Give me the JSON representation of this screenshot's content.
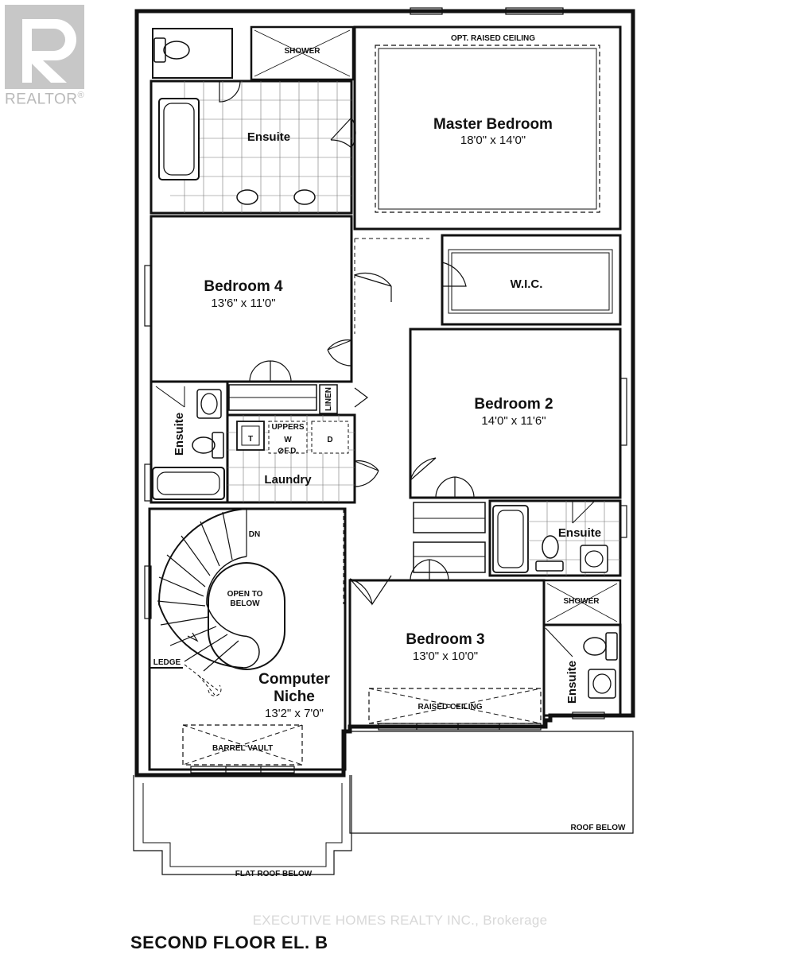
{
  "watermark": {
    "realtor_text": "REALTOR",
    "registered_mark": "®",
    "brokerage_text": "EXECUTIVE HOMES REALTY INC., Brokerage"
  },
  "caption": "SECOND FLOOR EL. B",
  "rooms": {
    "master_bedroom": {
      "name": "Master Bedroom",
      "dims": "18'0\" x 14'0\""
    },
    "bedroom_4": {
      "name": "Bedroom 4",
      "dims": "13'6\" x 11'0\""
    },
    "bedroom_2": {
      "name": "Bedroom 2",
      "dims": "14'0\" x 11'6\""
    },
    "bedroom_3": {
      "name": "Bedroom 3",
      "dims": "13'0\" x 10'0\""
    },
    "computer_niche": {
      "name_line1": "Computer",
      "name_line2": "Niche",
      "dims": "13'2\" x 7'0\""
    },
    "ensuite_master": "Ensuite",
    "ensuite_bed4": "Ensuite",
    "ensuite_bed2": "Ensuite",
    "ensuite_bed3": "Ensuite",
    "wic": "W.I.C.",
    "laundry": "Laundry"
  },
  "labels": {
    "shower_master": "SHOWER",
    "shower_bed3": "SHOWER",
    "opt_raised_ceiling": "OPT. RAISED CEILING",
    "linen": "LINEN",
    "uppers": "UPPERS",
    "washer": "W",
    "dryer": "D",
    "tub": "T",
    "floor_drain": "⊘F.D.",
    "stair_down": "DN",
    "open_to_below_line1": "OPEN TO",
    "open_to_below_line2": "BELOW",
    "ledge": "LEDGE",
    "raised_ceiling": "RAISED CEILING",
    "barrel_vault": "BARREL VAULT",
    "roof_below": "ROOF BELOW",
    "flat_roof_below": "FLAT ROOF BELOW"
  }
}
